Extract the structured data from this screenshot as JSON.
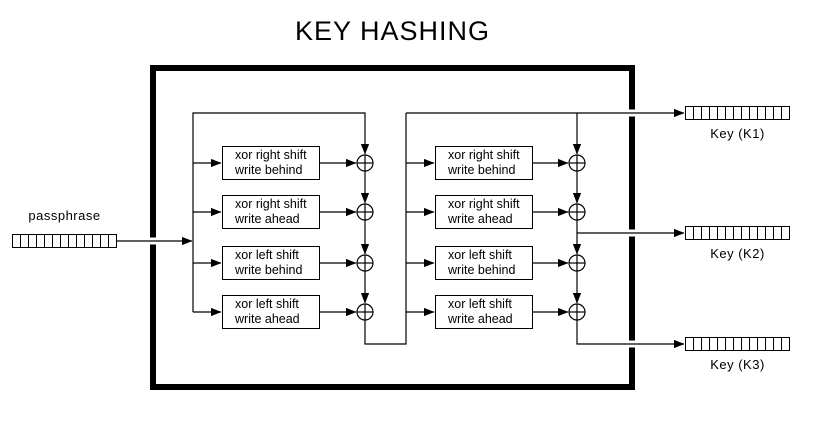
{
  "title": "KEY HASHING",
  "passphrase": {
    "label": "passphrase",
    "cells": 13
  },
  "groups": [
    {
      "boxes": [
        {
          "line1": "xor right shift",
          "line2": "write behind"
        },
        {
          "line1": "xor right shift",
          "line2": "write ahead"
        },
        {
          "line1": "xor left shift",
          "line2": "write behind"
        },
        {
          "line1": "xor left shift",
          "line2": "write ahead"
        }
      ]
    },
    {
      "boxes": [
        {
          "line1": "xor right shift",
          "line2": "write behind"
        },
        {
          "line1": "xor right shift",
          "line2": "write ahead"
        },
        {
          "line1": "xor left shift",
          "line2": "write behind"
        },
        {
          "line1": "xor left shift",
          "line2": "write ahead"
        }
      ]
    }
  ],
  "keys": [
    {
      "label": "Key (K1)",
      "cells": 13
    },
    {
      "label": "Key (K2)",
      "cells": 13
    },
    {
      "label": "Key (K3)",
      "cells": 13
    }
  ],
  "colors": {
    "ink": "#000000",
    "background": "#ffffff"
  }
}
